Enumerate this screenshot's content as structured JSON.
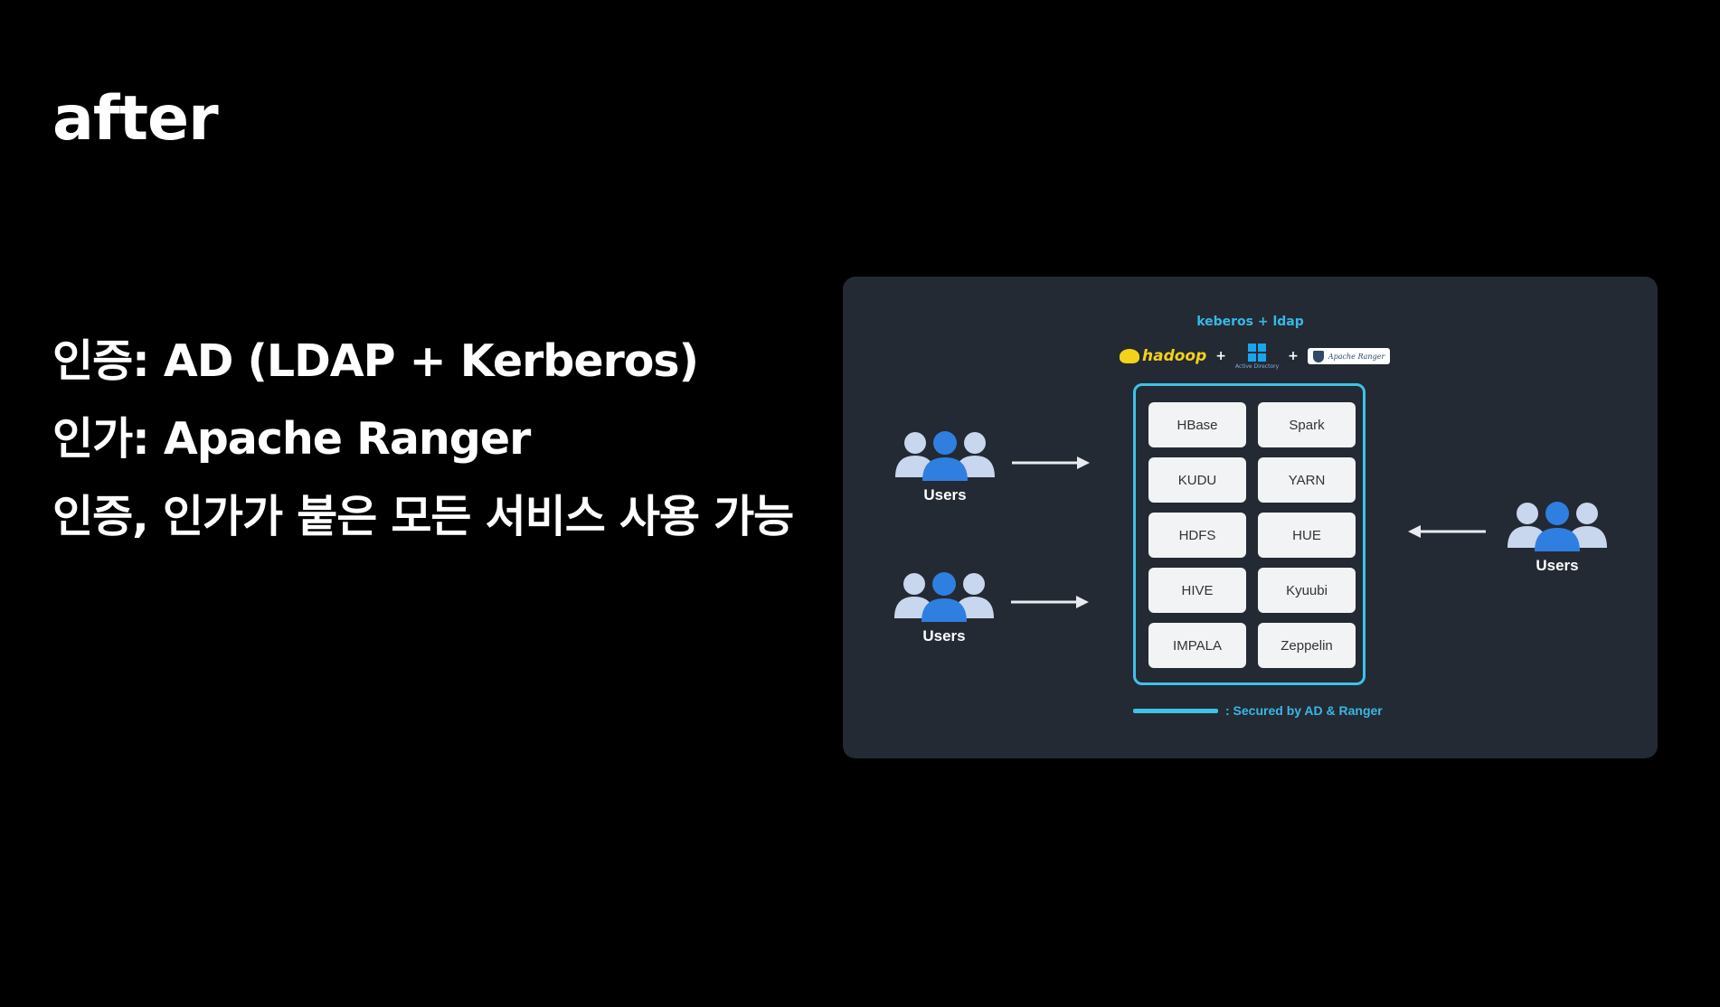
{
  "slide": {
    "title": "after",
    "bullets": [
      "인증: AD (LDAP + Kerberos)",
      "인가: Apache Ranger",
      "인증, 인가가 붙은 모든 서비스 사용 가능"
    ]
  },
  "diagram": {
    "heading": "keberos + ldap",
    "logos": {
      "hadoop": "hadoop",
      "active_directory_caption": "Active Directory",
      "ranger": "Apache Ranger",
      "plus": "+"
    },
    "services": [
      "HBase",
      "Spark",
      "KUDU",
      "YARN",
      "HDFS",
      "HUE",
      "HIVE",
      "Kyuubi",
      "IMPALA",
      "Zeppelin"
    ],
    "user_groups": [
      {
        "label": "Users",
        "arrow": "right"
      },
      {
        "label": "Users",
        "arrow": "right"
      },
      {
        "label": "Users",
        "arrow": "left"
      }
    ],
    "legend": ": Secured by AD & Ranger",
    "colors": {
      "panel": "#232a33",
      "accent": "#3ec2ea",
      "user_front": "#2f7fe0",
      "user_back": "#c8d6ee",
      "hadoop": "#f4d21a"
    }
  }
}
